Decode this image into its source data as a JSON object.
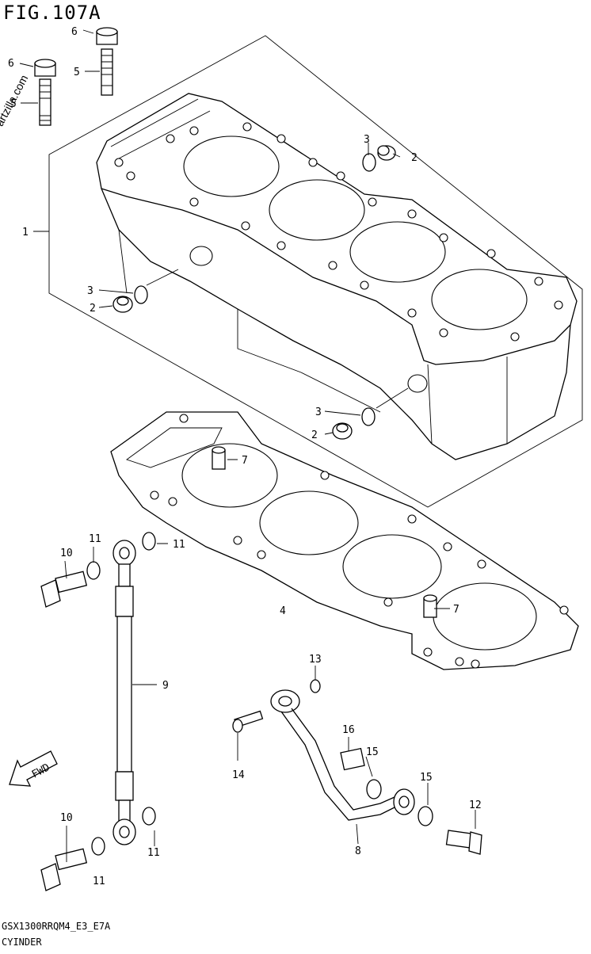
{
  "figure_title": "FIG.107A",
  "model_code": "GSX1300RRQM4_E3_E7A",
  "caption": "CYINDER",
  "watermark": "© Partzilla.com",
  "fwd_label": "FWD",
  "callouts": [
    {
      "id": "c1",
      "label": "1"
    },
    {
      "id": "c2a",
      "label": "2"
    },
    {
      "id": "c2b",
      "label": "2"
    },
    {
      "id": "c2c",
      "label": "2"
    },
    {
      "id": "c3a",
      "label": "3"
    },
    {
      "id": "c3b",
      "label": "3"
    },
    {
      "id": "c3c",
      "label": "3"
    },
    {
      "id": "c4",
      "label": "4"
    },
    {
      "id": "c5a",
      "label": "5"
    },
    {
      "id": "c5b",
      "label": "5"
    },
    {
      "id": "c6a",
      "label": "6"
    },
    {
      "id": "c6b",
      "label": "6"
    },
    {
      "id": "c7a",
      "label": "7"
    },
    {
      "id": "c7b",
      "label": "7"
    },
    {
      "id": "c8",
      "label": "8"
    },
    {
      "id": "c9",
      "label": "9"
    },
    {
      "id": "c10a",
      "label": "10"
    },
    {
      "id": "c10b",
      "label": "10"
    },
    {
      "id": "c11a",
      "label": "11"
    },
    {
      "id": "c11b",
      "label": "11"
    },
    {
      "id": "c11c",
      "label": "11"
    },
    {
      "id": "c11d",
      "label": "11"
    },
    {
      "id": "c12",
      "label": "12"
    },
    {
      "id": "c13",
      "label": "13"
    },
    {
      "id": "c14",
      "label": "14"
    },
    {
      "id": "c15a",
      "label": "15"
    },
    {
      "id": "c15b",
      "label": "15"
    },
    {
      "id": "c16",
      "label": "16"
    }
  ]
}
